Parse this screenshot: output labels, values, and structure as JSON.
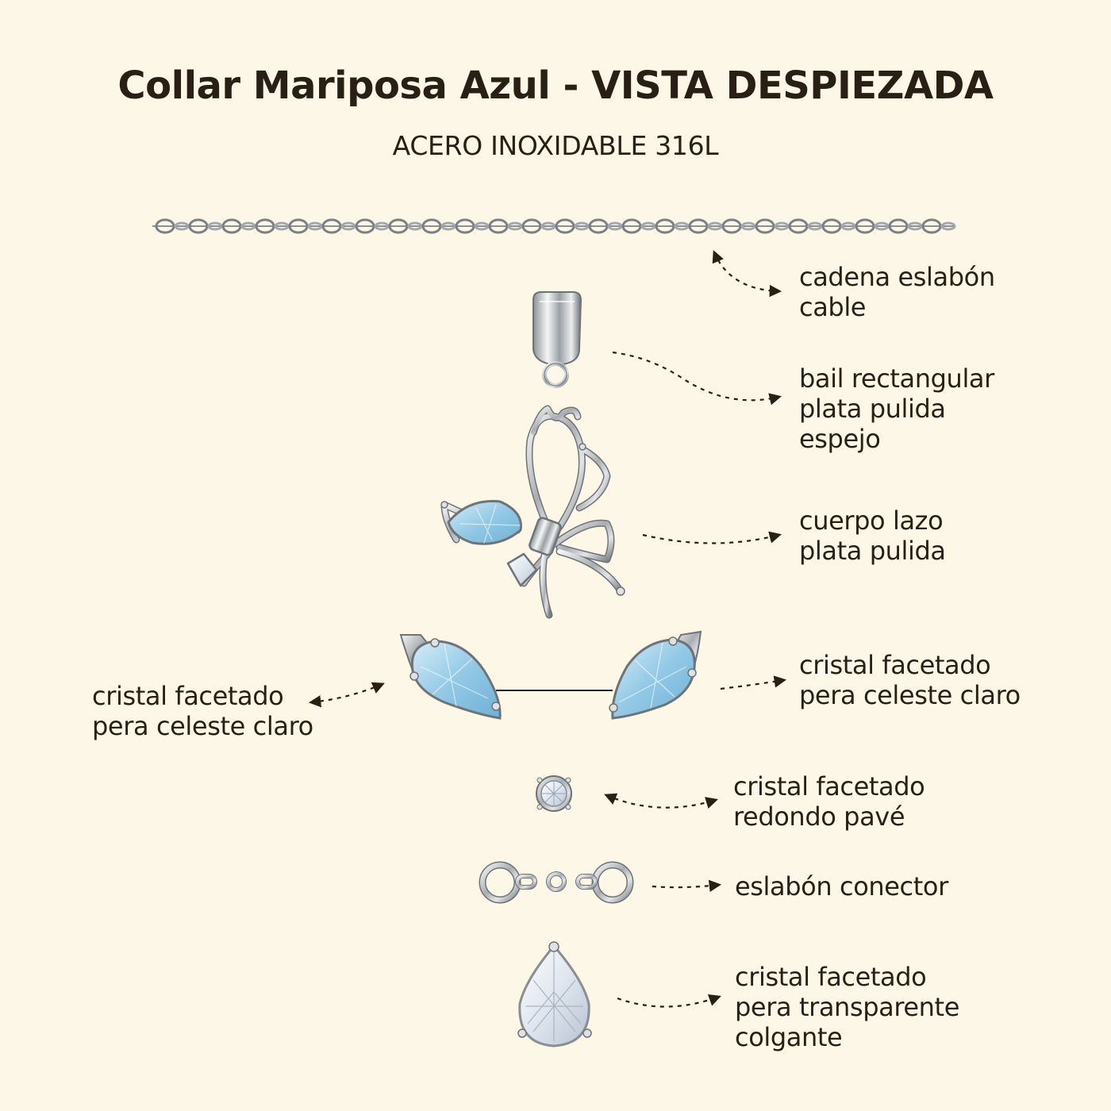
{
  "title": "Collar Mariposa Azul - VISTA DESPIEZADA",
  "subtitle": "ACERO INOXIDABLE 316L",
  "colors": {
    "background": "#fdf7e8",
    "text": "#2a1f15",
    "metal": "#b9bcc0",
    "metal_dark": "#6f7378",
    "crystal_blue": "#a9d6ec",
    "crystal_clear": "#eef2f7"
  },
  "components": [
    {
      "id": "chain",
      "icon": "cable-chain-icon",
      "lines": [
        "cadena eslabón",
        "cable"
      ]
    },
    {
      "id": "bail",
      "icon": "rectangular-bail-icon",
      "lines": [
        "bail rectangular",
        "plata pulida",
        "espejo"
      ]
    },
    {
      "id": "bow",
      "icon": "bow-body-icon",
      "lines": [
        "cuerpo lazo",
        "plata pulida"
      ]
    },
    {
      "id": "pear-left",
      "icon": "blue-pear-crystal-icon",
      "lines": [
        "cristal facetado",
        "pera celeste claro"
      ]
    },
    {
      "id": "pear-right",
      "icon": "blue-pear-crystal-icon",
      "lines": [
        "cristal facetado",
        "pera celeste claro"
      ]
    },
    {
      "id": "round",
      "icon": "round-pave-crystal-icon",
      "lines": [
        "cristal facetado",
        "redondo pavé"
      ]
    },
    {
      "id": "connector",
      "icon": "connector-link-icon",
      "lines": [
        "eslabón conector"
      ]
    },
    {
      "id": "drop",
      "icon": "clear-pear-drop-icon",
      "lines": [
        "cristal facetado",
        "pera transparente",
        "colgante"
      ]
    }
  ]
}
